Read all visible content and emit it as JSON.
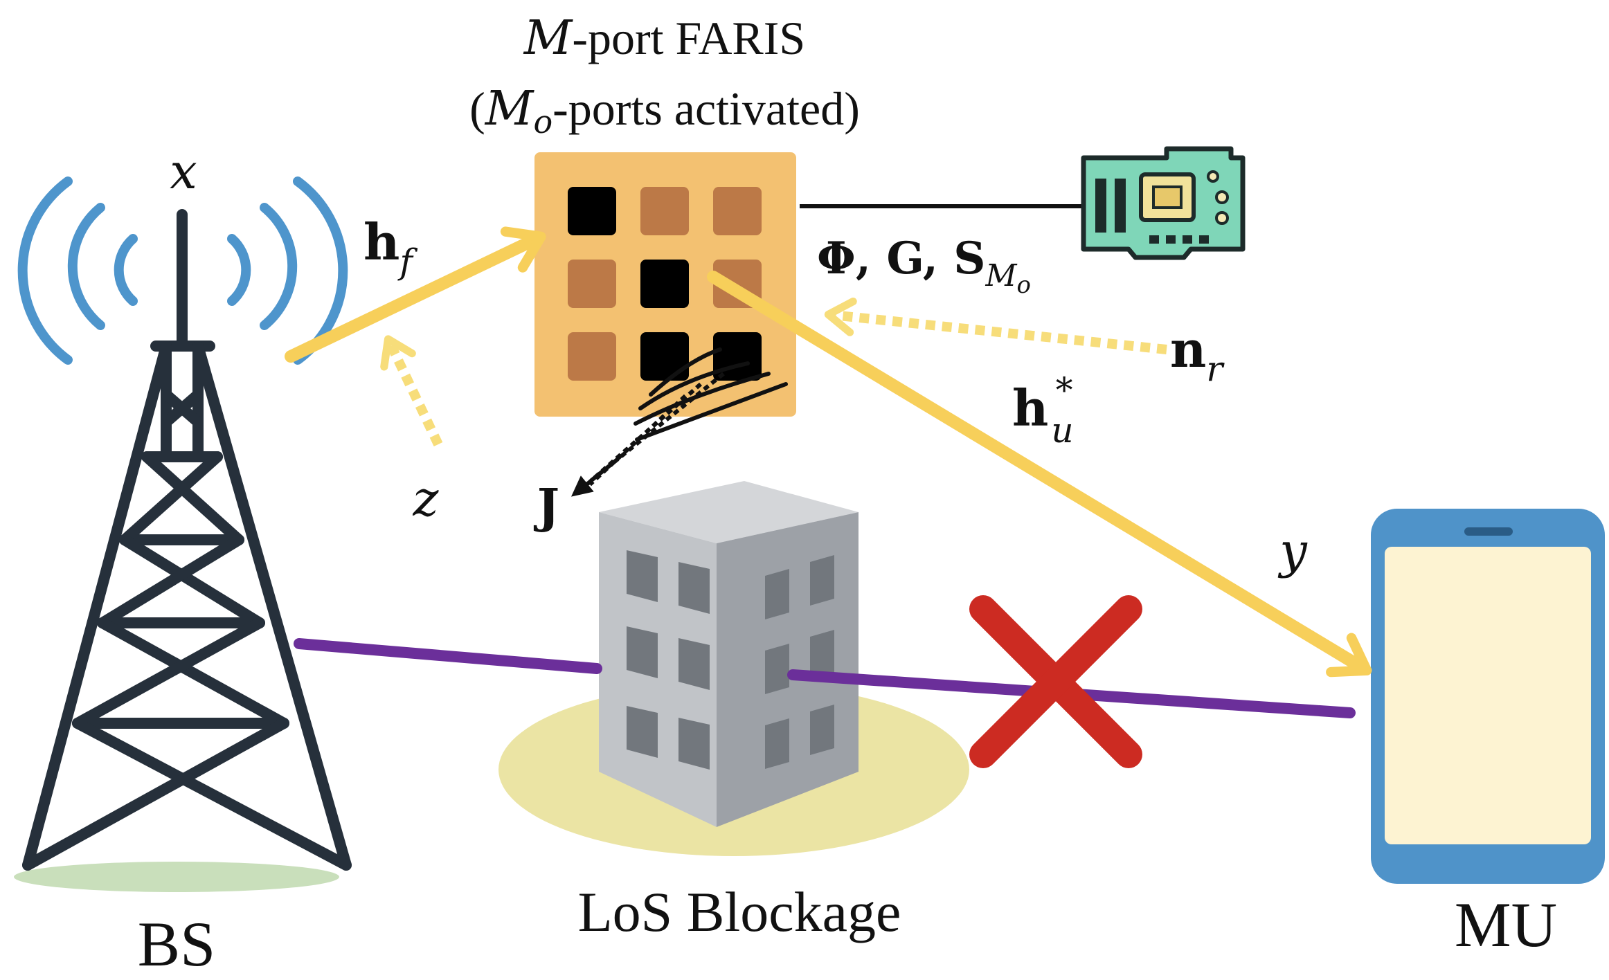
{
  "ris": {
    "title_line1_var": "M",
    "title_line1_rest": "-port FARIS",
    "title_line2_open": "(",
    "title_line2_var": "M",
    "title_line2_sub": "o",
    "title_line2_rest": "-ports activated)"
  },
  "labels": {
    "bs": "BS",
    "mu": "MU",
    "blockage": "LoS Blockage",
    "x": "x",
    "z": "z",
    "y": "y",
    "J": "J",
    "hf_main": "h",
    "hf_sub": "f",
    "nr_main": "n",
    "nr_sub": "r",
    "hu_main": "h",
    "hu_sub": "u",
    "hu_sup": "*",
    "ctrl_params": "Φ, G, S",
    "ctrl_sub_var": "M",
    "ctrl_sub_sub": "o"
  },
  "colors": {
    "signal": "#f7cf5a",
    "noise_arrow": "#f7dd7a",
    "los": "#6b2f9a",
    "cross": "#cc2b22",
    "tower": "#26303b",
    "waves": "#4e95cc",
    "ris_panel": "#f3c171",
    "ris_off": "#bc7947",
    "ris_on": "#000000",
    "board": "#7fd6b8",
    "phone": "#4f93c9",
    "screen": "#fdf3d2",
    "building": "#b3b6ba",
    "blockage_disk": "#ebe4a4"
  },
  "ris_grid": [
    [
      true,
      false,
      false
    ],
    [
      false,
      true,
      false
    ],
    [
      false,
      true,
      true
    ]
  ]
}
